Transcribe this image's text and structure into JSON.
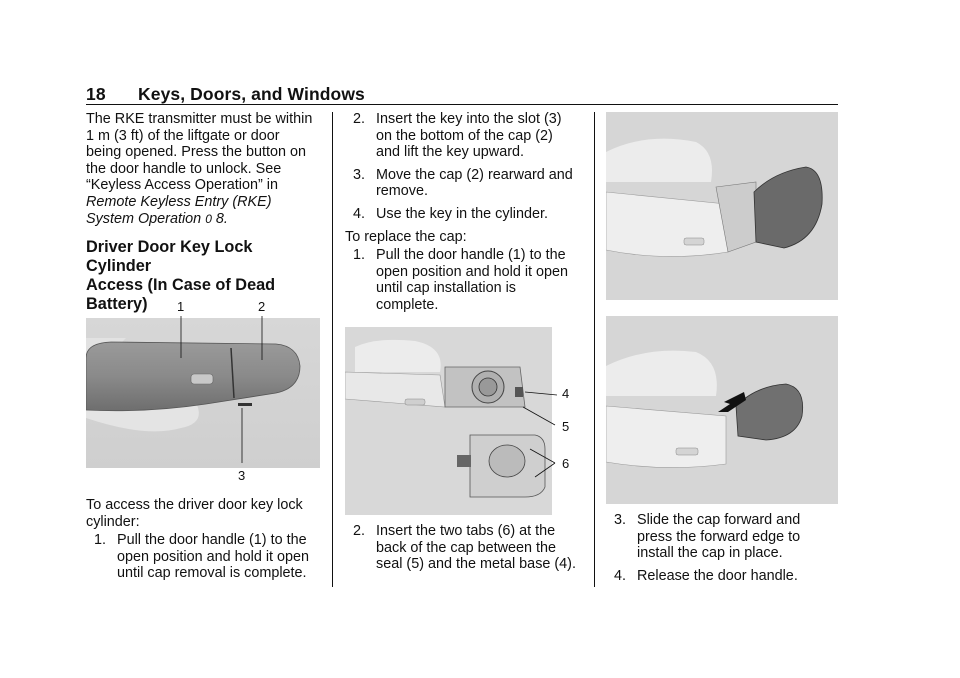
{
  "header": {
    "page_number": "18",
    "title": "Keys, Doors, and Windows"
  },
  "col1": {
    "intro_lines": [
      "The RKE transmitter must be within",
      "1 m (3 ft) of the liftgate or door",
      "being opened. Press the button on",
      "the door handle to unlock. See"
    ],
    "see_ref": "“Keyless Access Operation” in",
    "ref_line1": "Remote Keyless Entry (RKE)",
    "ref_line2": "System Operation",
    "ref_arrow": "0",
    "ref_page": "8",
    "ref_period": ".",
    "heading_lines": [
      "Driver Door Key Lock Cylinder",
      "Access (In Case of Dead",
      "Battery)"
    ],
    "figure_callouts": [
      "1",
      "2",
      "3"
    ],
    "access_lines": [
      "To access the driver door key lock",
      "cylinder:"
    ],
    "step1": {
      "num": "1.",
      "lines": [
        "Pull the door handle (1) to the",
        "open position and hold it open",
        "until cap removal is complete."
      ]
    }
  },
  "col2": {
    "step2": {
      "num": "2.",
      "lines": [
        "Insert the key into the slot (3)",
        "on the bottom of the cap (2)",
        "and lift the key upward."
      ]
    },
    "step3": {
      "num": "3.",
      "lines": [
        "Move the cap (2) rearward and",
        "remove."
      ]
    },
    "step4": {
      "num": "4.",
      "text": "Use the key in the cylinder."
    },
    "replace_label": "To replace the cap:",
    "rstep1": {
      "num": "1.",
      "lines": [
        "Pull the door handle (1) to the",
        "open position and hold it open",
        "until cap installation is",
        "complete."
      ]
    },
    "figure_callouts": [
      "4",
      "5",
      "6"
    ],
    "rstep2": {
      "num": "2.",
      "lines": [
        "Insert the two tabs (6) at the",
        "back of the cap between the",
        "seal (5) and the metal base (4)."
      ]
    }
  },
  "col3": {
    "rstep3": {
      "num": "3.",
      "lines": [
        "Slide the cap forward and",
        "press the forward edge to",
        "install the cap in place."
      ]
    },
    "rstep4": {
      "num": "4.",
      "text": "Release the door handle."
    }
  }
}
